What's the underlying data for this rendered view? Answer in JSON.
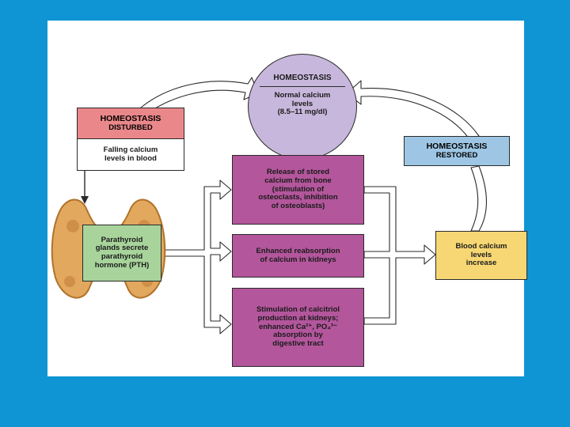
{
  "homeostasis": {
    "title": "HOMEOSTASIS",
    "body": "Normal calcium\nlevels\n(8.5–11 mg/dl)"
  },
  "disturbed": {
    "title": "HOMEOSTASIS",
    "subtitle": "DISTURBED",
    "body": "Falling calcium\nlevels in blood"
  },
  "restored": {
    "title": "HOMEOSTASIS",
    "subtitle": "RESTORED"
  },
  "parathyroid": {
    "label": "Parathyroid\nglands secrete\nparathyroid\nhormone (PTH)"
  },
  "responses": [
    "Release of stored\ncalcium from bone\n(stimulation of\nosteoclasts, inhibition\nof osteoblasts)",
    "Enhanced reabsorption\nof calcium in kidneys",
    "Stimulation of calcitriol\nproduction at kidneys;\nenhanced Ca²⁺, PO₄³⁻\nabsorption by\ndigestive tract"
  ],
  "result": {
    "label": "Blood calcium\nlevels\nincrease"
  },
  "colors": {
    "background": "#0f95d3",
    "circle": "#c8b7dc",
    "disturbed": "#e9878a",
    "restored": "#9ec6e4",
    "parathyroid": "#a8d49c",
    "response": "#b3569c",
    "result": "#f7d774"
  }
}
